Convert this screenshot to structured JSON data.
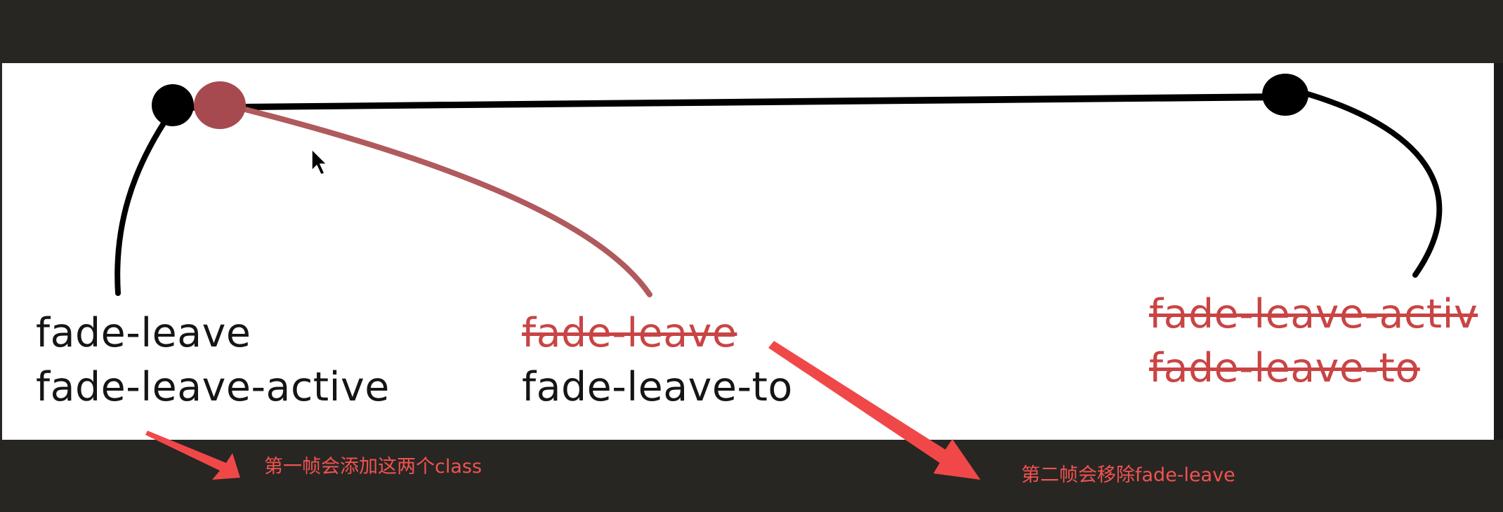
{
  "frames": {
    "frame1": {
      "line1": "fade-leave",
      "line2": "fade-leave-active"
    },
    "frame2": {
      "line1": "fade-leave",
      "line2": "fade-leave-to"
    },
    "frame3": {
      "line1": "fade-leave-activ",
      "line2": "fade-leave-to"
    }
  },
  "annotations": {
    "note1": "第一帧会添加这两个class",
    "note2": "第二帧会移除fade-leave"
  },
  "colors": {
    "timeline": "#000000",
    "accent_dot": "#a64a4f",
    "accent_curve": "#b05a5e",
    "removed_text": "#c94444",
    "annotation": "#f2524f",
    "background_dark": "#272623"
  }
}
